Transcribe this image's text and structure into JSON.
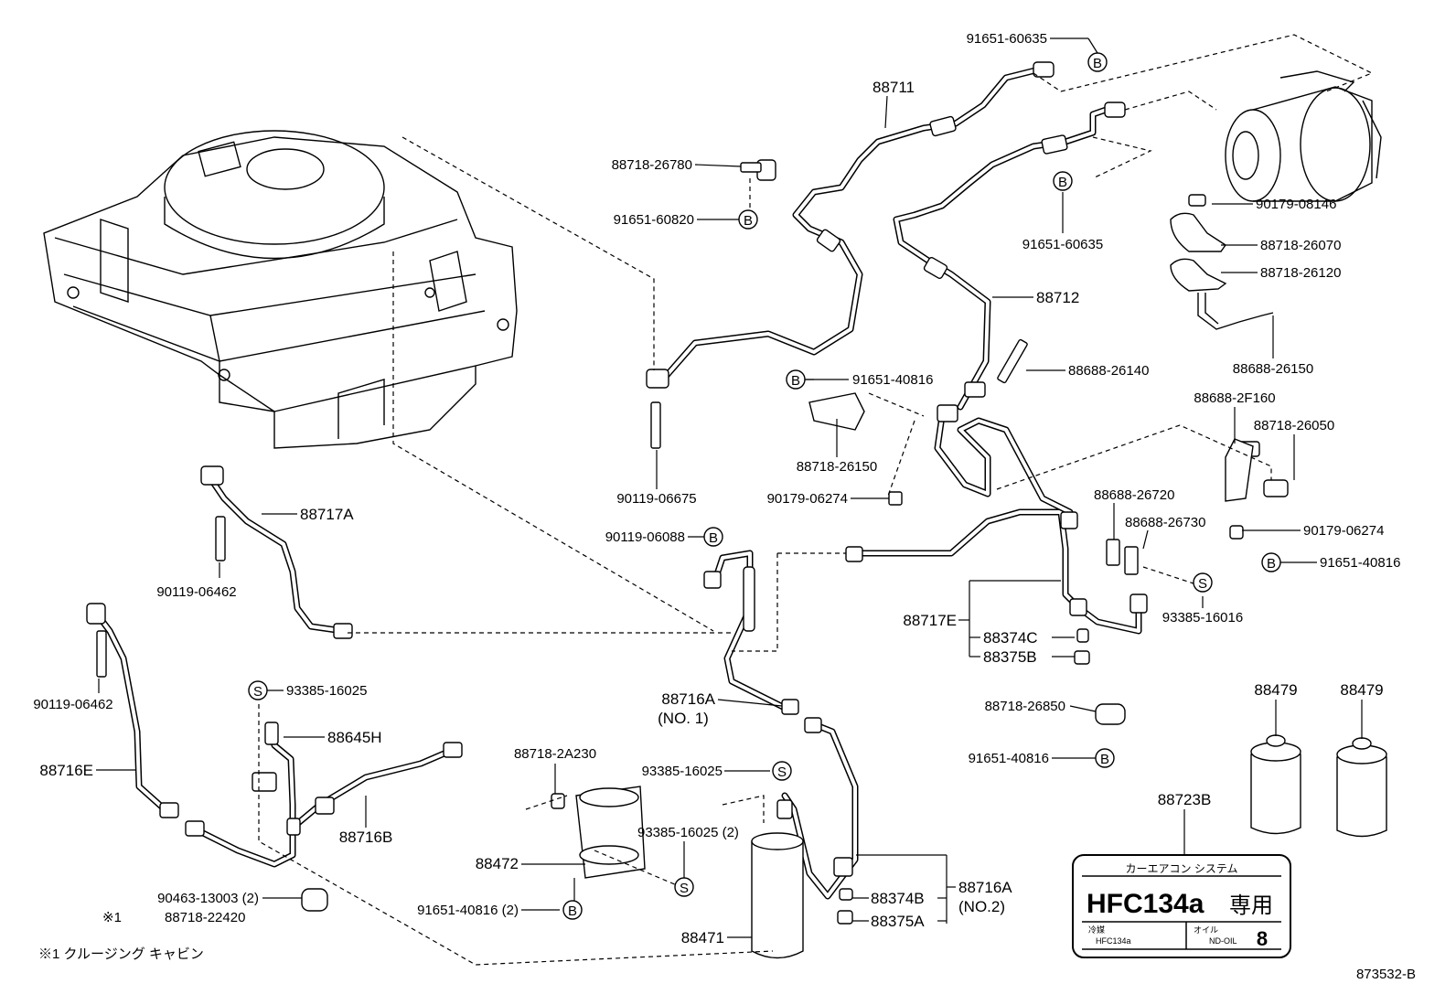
{
  "diagram_code": "873532-B",
  "footnote": "※1 クルージング キャビン",
  "labels": {
    "l_91651_60635_top": "91651-60635",
    "l_88711": "88711",
    "l_88718_26780": "88718-26780",
    "l_91651_60820": "91651-60820",
    "l_91651_60635_mid": "91651-60635",
    "l_90179_08146": "90179-08146",
    "l_88718_26070": "88718-26070",
    "l_88718_26120": "88718-26120",
    "l_88712": "88712",
    "l_88688_26140": "88688-26140",
    "l_88688_26150": "88688-26150",
    "l_91651_40816_a": "91651-40816",
    "l_88718_26150": "88718-26150",
    "l_90119_06675": "90119-06675",
    "l_88688_2F160": "88688-2F160",
    "l_88718_26050": "88718-26050",
    "l_90179_06274_a": "90179-06274",
    "l_88688_26720": "88688-26720",
    "l_88688_26730": "88688-26730",
    "l_90179_06274_b": "90179-06274",
    "l_91651_40816_b": "91651-40816",
    "l_88717A": "88717A",
    "l_90119_06088": "90119-06088",
    "l_90119_06462_a": "90119-06462",
    "l_88717E": "88717E",
    "l_88374C": "88374C",
    "l_88375B": "88375B",
    "l_93385_16016": "93385-16016",
    "l_90119_06462_b": "90119-06462",
    "l_93385_16025_a": "93385-16025",
    "l_88645H": "88645H",
    "l_88716A_1": "88716A",
    "l_no1": "(NO. 1)",
    "l_88718_26850": "88718-26850",
    "l_91651_40816_c": "91651-40816",
    "l_88479_a": "88479",
    "l_88479_b": "88479",
    "l_88716E": "88716E",
    "l_88718_2A230": "88718-2A230",
    "l_93385_16025_b": "93385-16025",
    "l_93385_16025_2": "93385-16025 (2)",
    "l_88716B": "88716B",
    "l_88472": "88472",
    "l_88723B": "88723B",
    "l_88374B": "88374B",
    "l_88716A_2": "88716A",
    "l_no2": "(NO.2)",
    "l_88375A": "88375A",
    "l_90463_13003": "90463-13003 (2)",
    "l_star1": "※1",
    "l_88718_22420": "88718-22420",
    "l_91651_40816_2": "91651-40816 (2)",
    "l_88471": "88471"
  },
  "markers": {
    "B": "B",
    "S": "S"
  },
  "refrigerant_label": {
    "header": "カーエアコン システム",
    "main": "HFC134a",
    "kanji": "専用",
    "coolant_label": "冷媒",
    "coolant_value": "HFC134a",
    "oil_label": "オイル",
    "oil_value": "ND-OIL",
    "oil_number": "8"
  }
}
